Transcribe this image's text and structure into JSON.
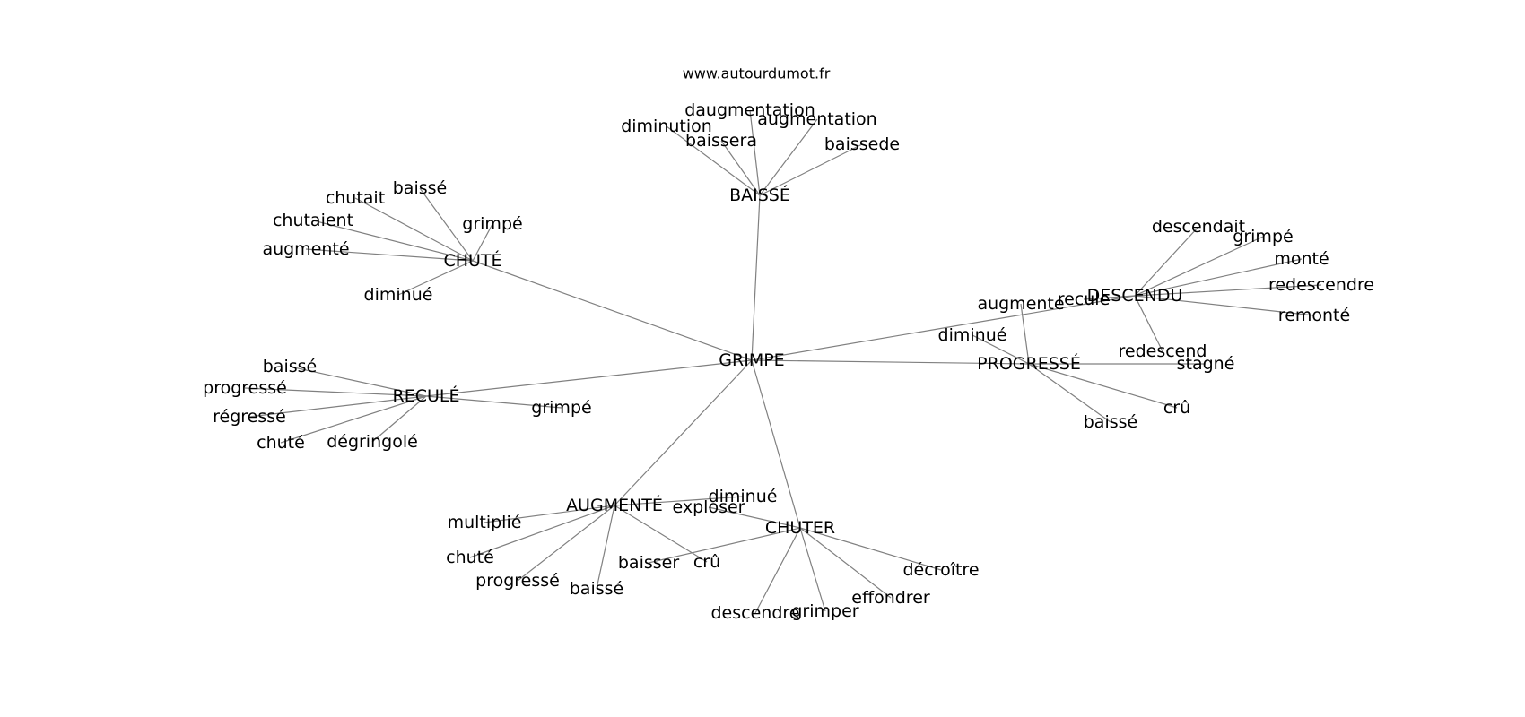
{
  "source": "www.autourdumot.fr",
  "center": "GRIMPE",
  "hubs": [
    {
      "label": "CHUTÉ",
      "leaves": [
        "baissé",
        "chutait",
        "chutaient",
        "augmenté",
        "grimpé",
        "diminué"
      ]
    },
    {
      "label": "BAISSÉ",
      "leaves": [
        "daugmentation",
        "diminution",
        "augmentation",
        "baissera",
        "baissede"
      ]
    },
    {
      "label": "DESCENDU",
      "leaves": [
        "descendait",
        "grimpé",
        "monté",
        "redescendre",
        "remonté",
        "redescend",
        "recule"
      ]
    },
    {
      "label": "PROGRESSÉ",
      "leaves": [
        "augmente",
        "diminué",
        "stagné",
        "crû",
        "baissé"
      ]
    },
    {
      "label": "RECULÉ",
      "leaves": [
        "baissé",
        "progressé",
        "régressé",
        "chuté",
        "dégringolé",
        "grimpé"
      ]
    },
    {
      "label": "AUGMENTÉ",
      "leaves": [
        "multiplié",
        "chuté",
        "progressé",
        "baissé",
        "crû",
        "diminué"
      ]
    },
    {
      "label": "CHUTER",
      "leaves": [
        "exploser",
        "baisser",
        "descendre",
        "grimper",
        "effondrer",
        "décroître"
      ]
    }
  ]
}
